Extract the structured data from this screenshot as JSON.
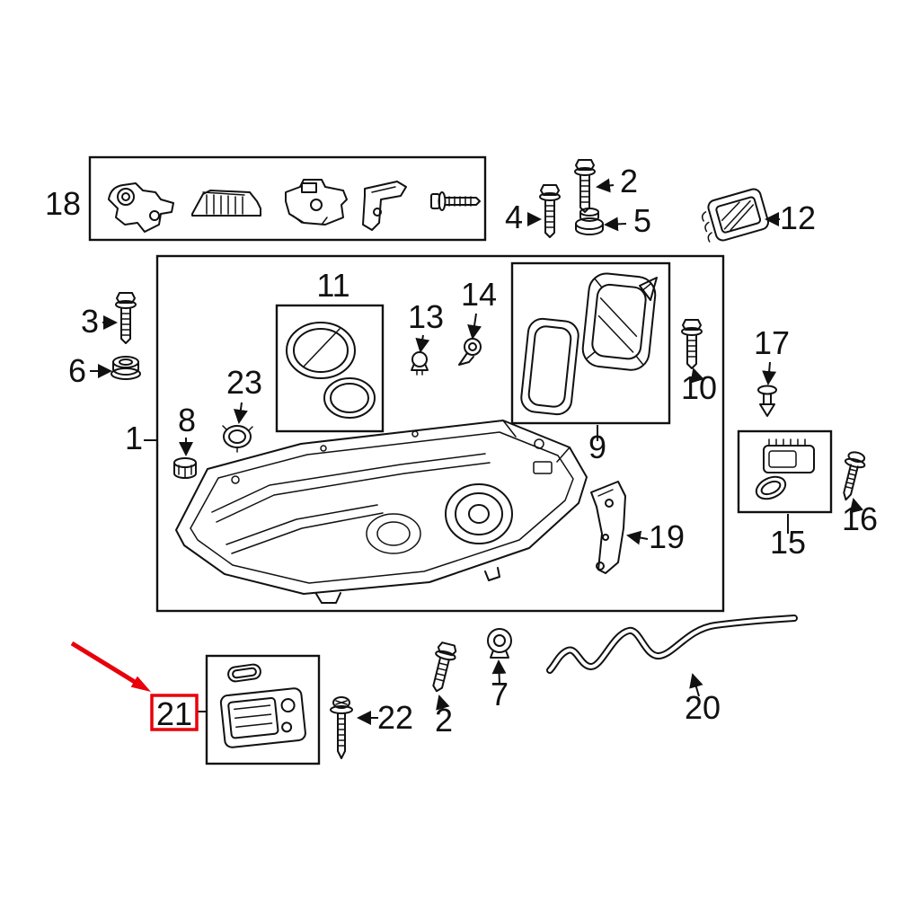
{
  "diagram": {
    "type": "exploded-parts-diagram",
    "subject": "vehicle headlight assembly"
  },
  "highlight": {
    "label": "21",
    "color": "#e8000b"
  },
  "labels": {
    "part1": "1",
    "part2_top": "2",
    "part2_bottom": "2",
    "part3": "3",
    "part4": "4",
    "part5": "5",
    "part6": "6",
    "part7": "7",
    "part8": "8",
    "part9": "9",
    "part10": "10",
    "part11": "11",
    "part12": "12",
    "part13": "13",
    "part14": "14",
    "part15": "15",
    "part16": "16",
    "part17": "17",
    "part18": "18",
    "part19": "19",
    "part20": "20",
    "part21": "21",
    "part22": "22",
    "part23": "23"
  }
}
